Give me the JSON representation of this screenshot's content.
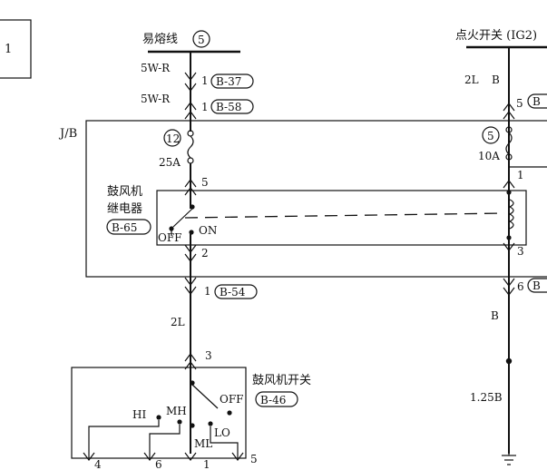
{
  "page_marker": "1",
  "fusible_link": {
    "label": "易熔线",
    "number": "5"
  },
  "ignition_switch": {
    "label": "点火开关 (IG2)"
  },
  "left_circuit": {
    "wire_top_1": "5W-R",
    "wire_top_2": "5W-R",
    "pin_top_1": "1",
    "conn_top_1": "B-37",
    "pin_top_2": "1",
    "conn_top_2": "B-58",
    "fuse_number": "12",
    "fuse_rating": "25A",
    "relay_pin_top": "5",
    "relay_pin_bottom": "2",
    "pin_mid": "1",
    "conn_mid": "B-54",
    "wire_mid": "2L",
    "switch_pin_top": "3"
  },
  "junction_block": {
    "label": "J/B"
  },
  "blower_relay": {
    "label_line1": "鼓风机",
    "label_line2": "继电器",
    "connector": "B-65",
    "state_off": "OFF",
    "state_on": "ON"
  },
  "blower_switch": {
    "label": "鼓风机开关",
    "connector": "B-46",
    "pos_off": "OFF",
    "pos_hi": "HI",
    "pos_mh": "MH",
    "pos_ml": "ML",
    "pos_lo": "LO",
    "pins": [
      "4",
      "6",
      "1",
      "5"
    ]
  },
  "right_circuit": {
    "wire_top": "2L",
    "wire_top_b": "B",
    "pin_top": "5",
    "conn_top": "B",
    "fuse_number": "5",
    "fuse_rating": "10A",
    "relay_pin_top": "1",
    "relay_pin_bottom": "3",
    "pin_mid": "6",
    "conn_mid": "B",
    "wire_mid": "B",
    "wire_low": "1.25B"
  }
}
